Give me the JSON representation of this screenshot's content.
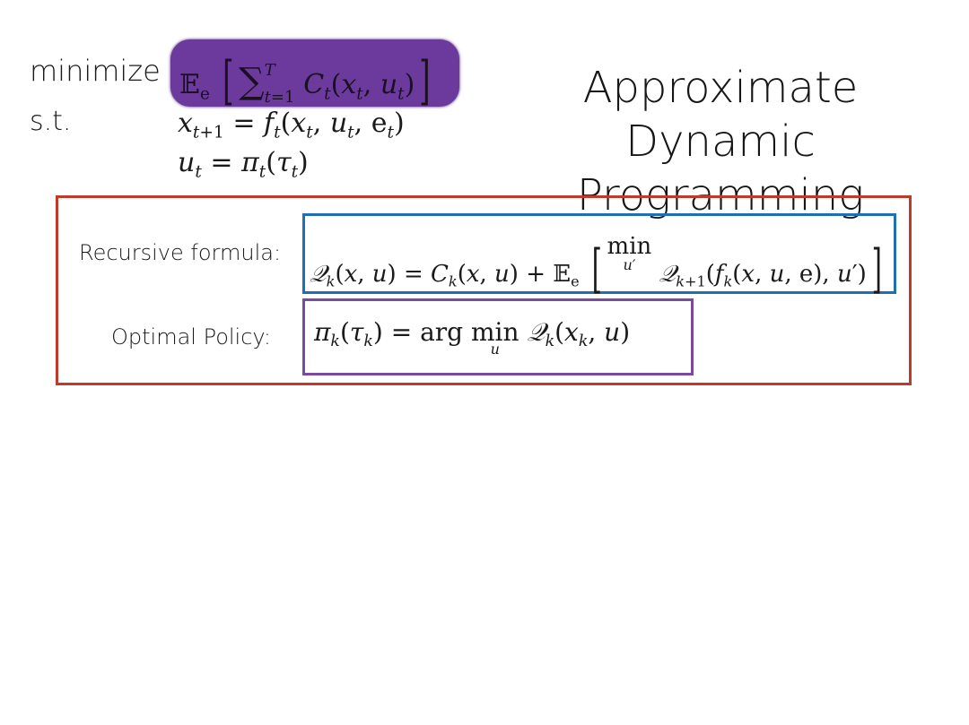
{
  "slide": {
    "title_line1": "Approximate Dynamic",
    "title_line2": "Programming"
  },
  "problem": {
    "keyword_minimize": "minimize",
    "keyword_st": "s.t.",
    "objective_box_color": "#6b3a9c"
  },
  "formulas": {
    "recursive_label": "Recursive formula:",
    "policy_label": "Optimal Policy:",
    "frame_color": "#c0392b",
    "recursive_box_color": "#1f6fb4",
    "policy_box_color": "#7a4aa3"
  }
}
